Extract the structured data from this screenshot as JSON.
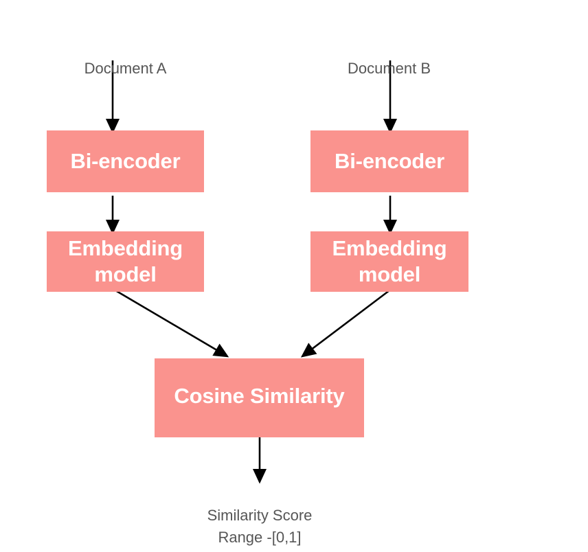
{
  "diagram": {
    "title": "Bi-encoder cosine similarity pipeline",
    "colors": {
      "node_fill": "#FA938E",
      "node_text": "#FFFFFF",
      "plain_text": "#565656",
      "arrow": "#000000",
      "background": "#FFFFFF"
    },
    "inputs": [
      {
        "label": "Document A"
      },
      {
        "label": "Document B"
      }
    ],
    "encoders": [
      {
        "label": "Bi-encoder"
      },
      {
        "label": "Bi-encoder"
      }
    ],
    "embedders": [
      {
        "label": "Embedding\nmodel"
      },
      {
        "label": "Embedding\nmodel"
      }
    ],
    "combiner": {
      "label": "Cosine Similarity"
    },
    "output": {
      "label": "Similarity Score\nRange -[0,1]"
    }
  }
}
